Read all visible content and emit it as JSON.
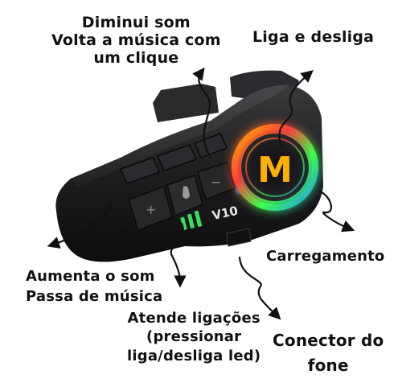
{
  "labels": {
    "volume_down": [
      "Diminui som",
      "Volta a música com",
      "um clique"
    ],
    "power": "Liga e desliga",
    "volume_up": [
      "Aumenta o som",
      "Passa de música"
    ],
    "charging": "Carregamento",
    "call": [
      "Atende ligações",
      "(pressionar",
      "liga/desliga led)"
    ],
    "headphone_connector": [
      "Conector do",
      "fone"
    ]
  },
  "device": {
    "logo_letter": "M",
    "model": "V10",
    "plus_symbol": "+",
    "minus_symbol": "−"
  },
  "colors": {
    "device_body": "#1c1c1e",
    "text": "#111111",
    "ring_glow": [
      "#ff3b3b",
      "#ffb400",
      "#3cff4a",
      "#1e90ff"
    ],
    "led_bars": "#35e05a",
    "logo": "#ffb000"
  }
}
